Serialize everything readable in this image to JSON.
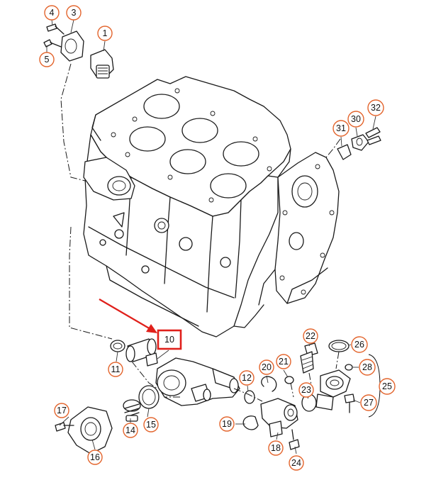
{
  "callouts": [
    {
      "id": "1",
      "label": "1"
    },
    {
      "id": "3",
      "label": "3"
    },
    {
      "id": "4",
      "label": "4"
    },
    {
      "id": "5",
      "label": "5"
    },
    {
      "id": "10",
      "label": "10"
    },
    {
      "id": "11",
      "label": "11"
    },
    {
      "id": "12",
      "label": "12"
    },
    {
      "id": "14",
      "label": "14"
    },
    {
      "id": "15",
      "label": "15"
    },
    {
      "id": "16",
      "label": "16"
    },
    {
      "id": "17",
      "label": "17"
    },
    {
      "id": "18",
      "label": "18"
    },
    {
      "id": "19",
      "label": "19"
    },
    {
      "id": "20",
      "label": "20"
    },
    {
      "id": "21",
      "label": "21"
    },
    {
      "id": "22",
      "label": "22"
    },
    {
      "id": "23",
      "label": "23"
    },
    {
      "id": "24",
      "label": "24"
    },
    {
      "id": "25",
      "label": "25"
    },
    {
      "id": "26",
      "label": "26"
    },
    {
      "id": "27",
      "label": "27"
    },
    {
      "id": "28",
      "label": "28"
    },
    {
      "id": "30",
      "label": "30"
    },
    {
      "id": "31",
      "label": "31"
    },
    {
      "id": "32",
      "label": "32"
    }
  ],
  "highlight": {
    "target_label": "10",
    "box_color": "#e0201b",
    "arrow_color": "#e0201b"
  },
  "colors": {
    "callout_ring": "#e3642c",
    "line_art": "#1a1a1a"
  }
}
